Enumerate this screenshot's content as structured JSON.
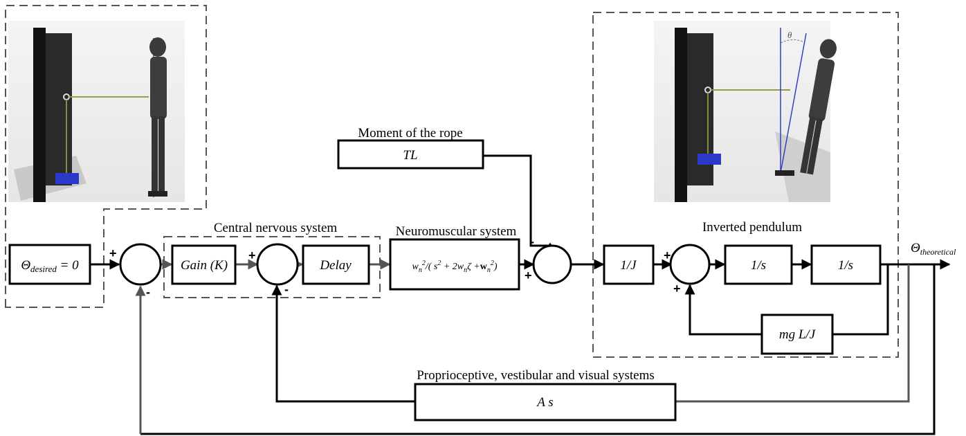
{
  "labels": {
    "moment_of_rope": "Moment of the rope",
    "central_nervous_system": "Central nervous system",
    "neuromuscular_system": "Neuromuscular system",
    "inverted_pendulum": "Inverted pendulum",
    "feedback_systems": "Proprioceptive, vestibular and visual systems"
  },
  "blocks": {
    "desired_symbol": "Θ",
    "desired_sub": "desired",
    "desired_rest": " = 0",
    "tl": "TL",
    "gain": "Gain (K)",
    "delay": "Delay",
    "nm_w": "w",
    "nm_n": "n",
    "nm_2": "2",
    "nm_div": "/( s",
    "nm_plus": " + 2w",
    "nm_zeta": "ζ +",
    "nm_W": "w",
    "nm_close": ")",
    "inv_j": "1/J",
    "integrator_1": "1/s",
    "integrator_2": "1/s",
    "mgl": "mg L/J",
    "as": "A s"
  },
  "output": {
    "symbol": "Θ",
    "sub": "theoretical"
  },
  "signs": {
    "plus": "+",
    "minus": "-"
  },
  "illustration": {
    "theta": "θ"
  }
}
